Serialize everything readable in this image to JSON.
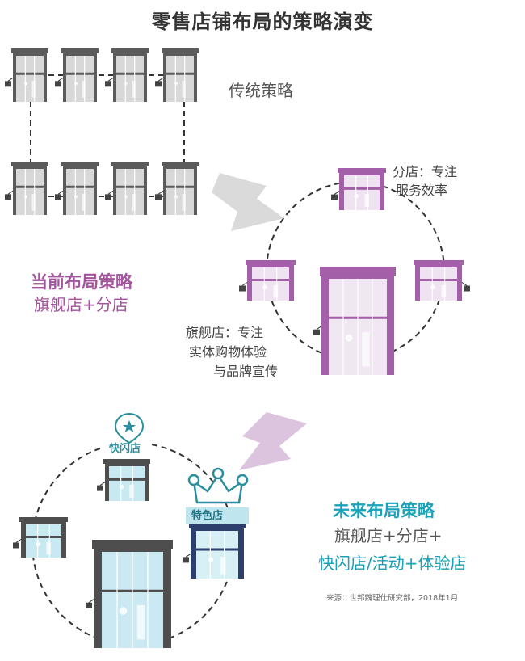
{
  "title": "零售店铺布局的策略演变",
  "traditional": {
    "label": "传统策略"
  },
  "current": {
    "heading": "当前布局策略",
    "subheading": "旗舰店+分店",
    "branch_note": [
      "分店：专注",
      "服务效率"
    ],
    "flagship_note": [
      "旗舰店：专注",
      "实体购物体验",
      "与品牌宣传"
    ]
  },
  "future": {
    "heading": "未来布局策略",
    "line1": "旗舰店+分店+",
    "line2": "快闪店/活动+体验店",
    "popup_label": "快闪店",
    "special_label": "特色店"
  },
  "source": "来源：世邦魏理仕研究部，2018年1月",
  "colors": {
    "gray_store": "#5b5b5b",
    "purple_store": "#a35fa8",
    "teal_accent": "#1aa2b8",
    "arrow_gray": "#dadada",
    "arrow_purple": "#dcc4df"
  }
}
